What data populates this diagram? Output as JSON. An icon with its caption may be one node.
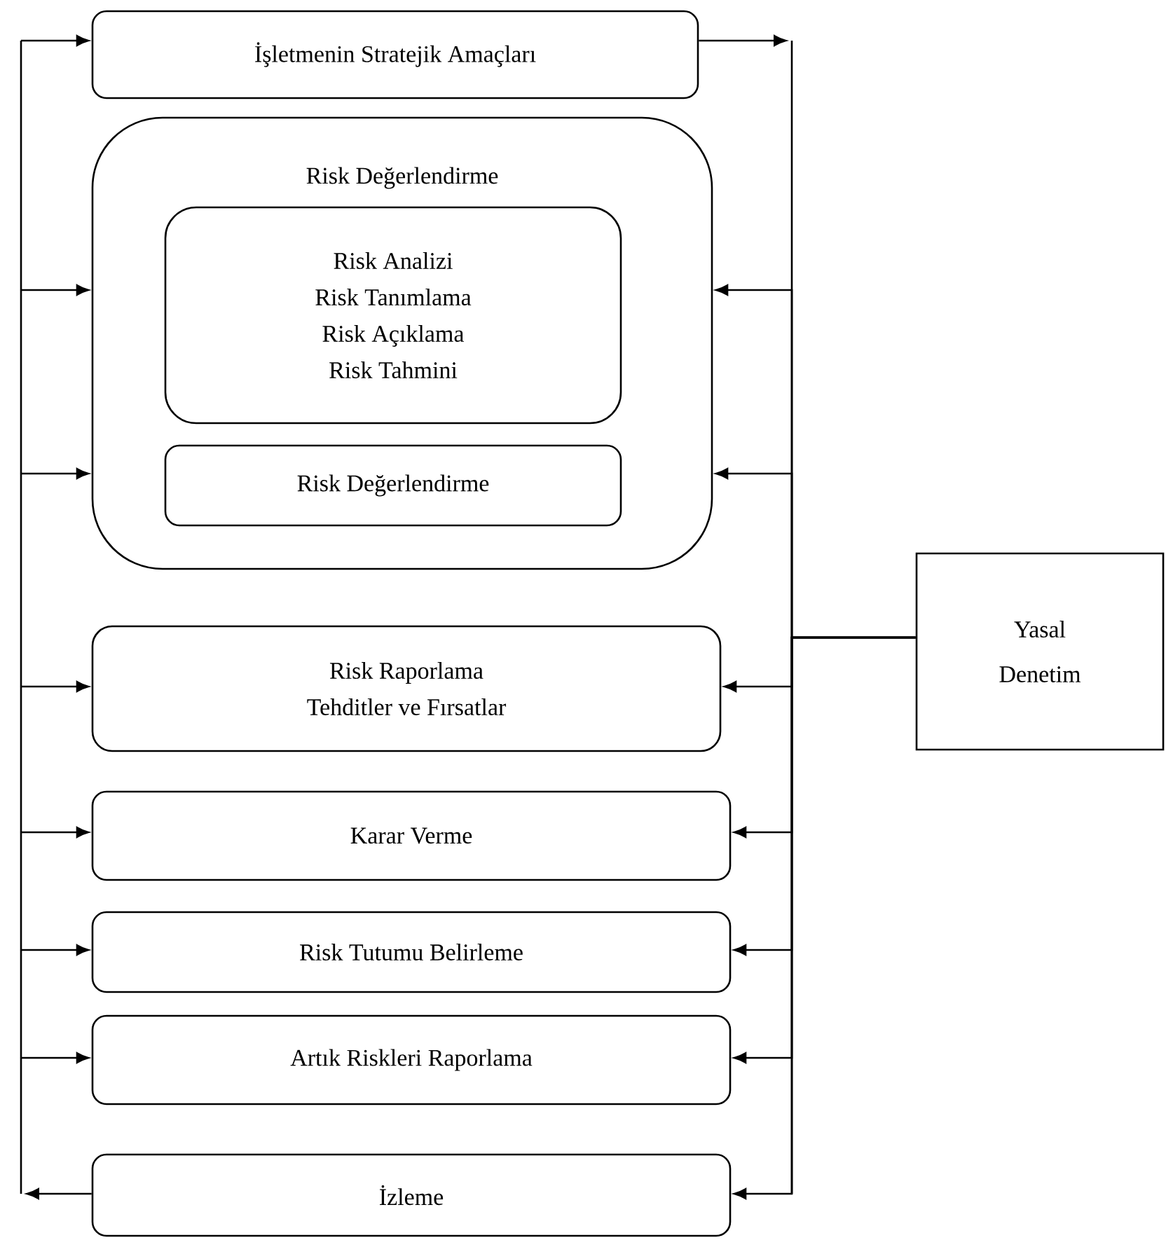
{
  "diagram": {
    "nodes": [
      {
        "text": [
          "İşletmenin Stratejik Amaçları"
        ]
      },
      {
        "text": [
          "Risk Değerlendirme"
        ]
      },
      {
        "text": [
          "Risk Analizi",
          "Risk Tanımlama",
          "Risk Açıklama",
          "Risk Tahmini"
        ],
        "in": 1
      },
      {
        "text": [
          "Risk Değerlendirme"
        ],
        "in": 1
      },
      {
        "text": [
          "Risk Raporlama",
          "Tehditler ve Fırsatlar"
        ]
      },
      {
        "text": [
          "Karar Verme"
        ]
      },
      {
        "text": [
          "Risk Tutumu Belirleme"
        ]
      },
      {
        "text": [
          "Artık Riskleri Raporlama"
        ]
      },
      {
        "text": [
          "İzleme"
        ]
      },
      {
        "text": [
          "Yasal Denetim"
        ]
      }
    ],
    "edges": [
      {
        "from": 0,
        "to": null,
        "arrow": "to"
      },
      {
        "from": null,
        "to": 0,
        "arrow": "to"
      },
      {
        "from": null,
        "to": 1,
        "arrow": "to"
      },
      {
        "from": null,
        "to": 1,
        "arrow": "to"
      },
      {
        "from": null,
        "to": 4,
        "arrow": "to"
      },
      {
        "from": null,
        "to": 5,
        "arrow": "to"
      },
      {
        "from": null,
        "to": 6,
        "arrow": "to"
      },
      {
        "from": null,
        "to": 7,
        "arrow": "to"
      },
      {
        "from": 8,
        "to": null,
        "arrow": "to"
      },
      {
        "from": 9,
        "to": 1,
        "arrow": "to"
      },
      {
        "from": 9,
        "to": 1,
        "arrow": "to"
      },
      {
        "from": 9,
        "to": 4,
        "arrow": "to"
      },
      {
        "from": 9,
        "to": 5,
        "arrow": "to"
      },
      {
        "from": 9,
        "to": 6,
        "arrow": "to"
      },
      {
        "from": 9,
        "to": 7,
        "arrow": "to"
      },
      {
        "from": 9,
        "to": 8,
        "arrow": "to"
      }
    ]
  }
}
